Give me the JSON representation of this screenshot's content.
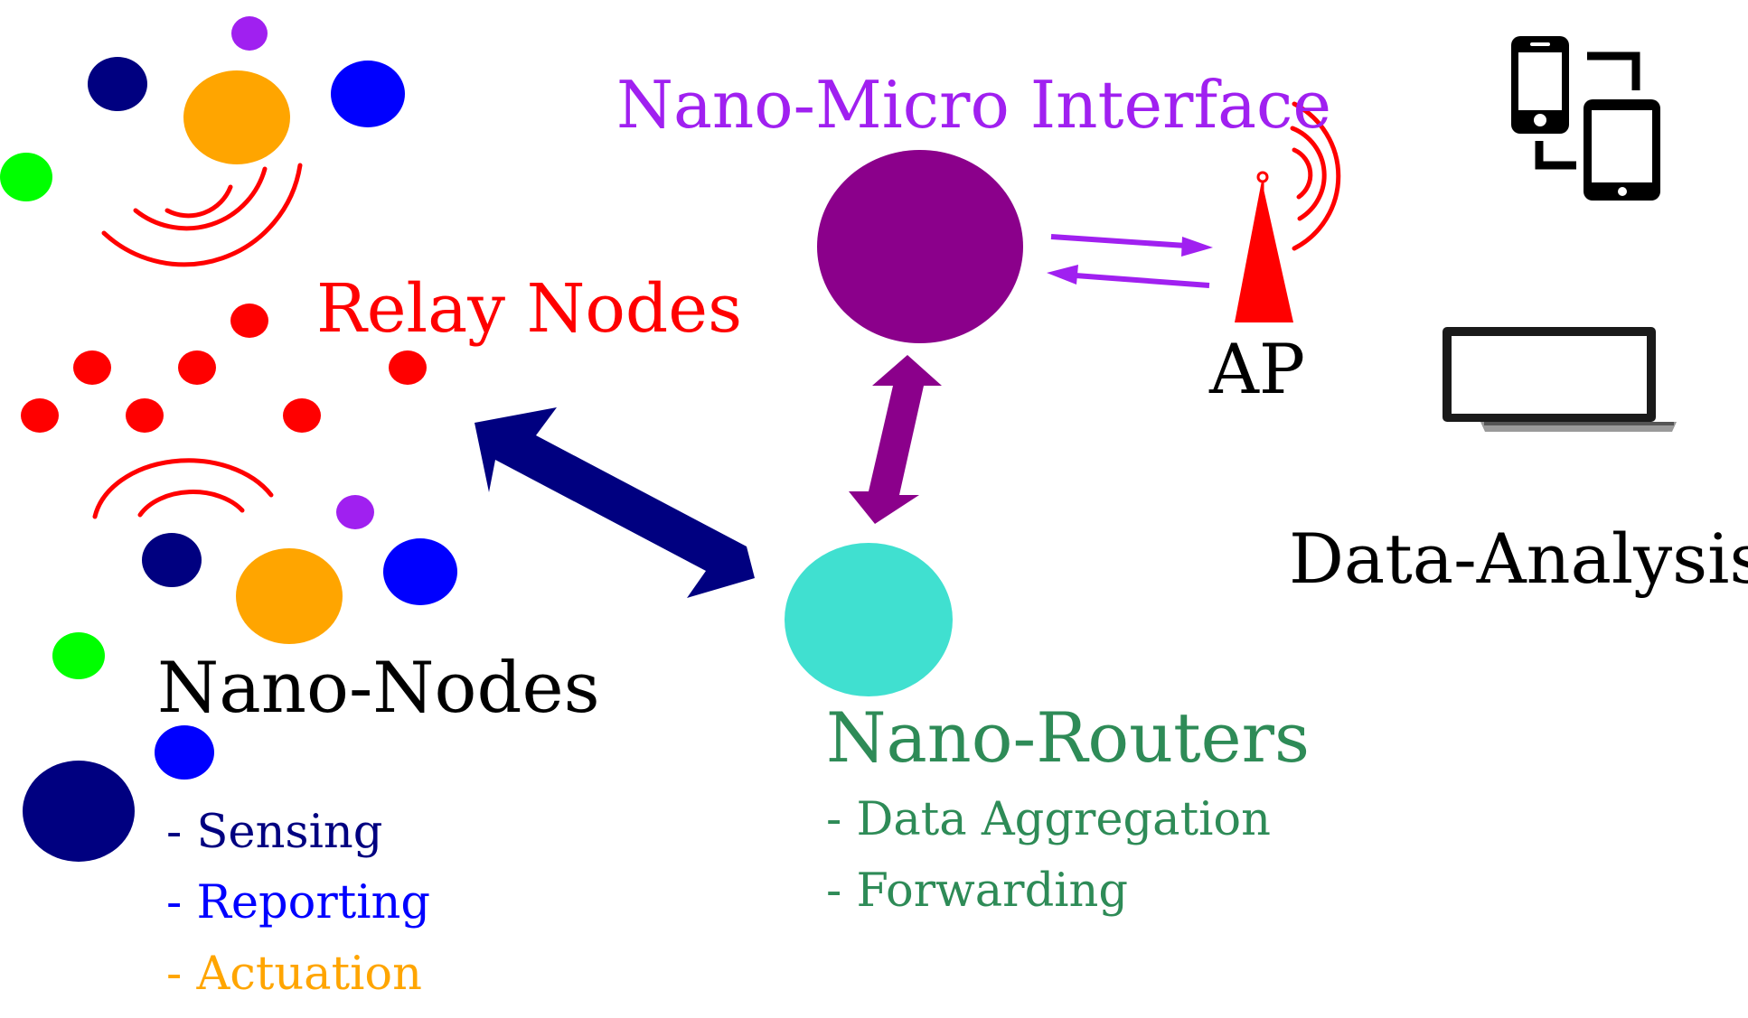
{
  "labels": {
    "nano_micro_interface": "Nano-Micro Interface",
    "relay_nodes": "Relay Nodes",
    "ap": "AP",
    "data_analysis": "Data-Analysis",
    "nano_nodes": "Nano-Nodes",
    "nano_routers": "Nano-Routers"
  },
  "nano_node_functions": [
    {
      "text": "- Sensing",
      "color": "#000080"
    },
    {
      "text": "- Reporting",
      "color": "#0000ff"
    },
    {
      "text": "- Actuation",
      "color": "#ffa500"
    }
  ],
  "nano_router_functions": [
    {
      "text": "- Data Aggregation",
      "color": "#2e8b57"
    },
    {
      "text": "- Forwarding",
      "color": "#2e8b57"
    }
  ],
  "colors": {
    "nano_micro_interface": "#a020f0",
    "interface_node": "#8b008b",
    "relay": "#ff0000",
    "router": "#40e0d0",
    "router_text": "#2e8b57",
    "navy": "#000080",
    "blue": "#0000ff",
    "orange": "#ffa500",
    "green": "#00ff00",
    "purple": "#a020f0",
    "black": "#000000"
  },
  "icons": [
    "antenna-icon",
    "phone-tablet-icon",
    "laptop-icon",
    "wireless-signal-icon"
  ]
}
